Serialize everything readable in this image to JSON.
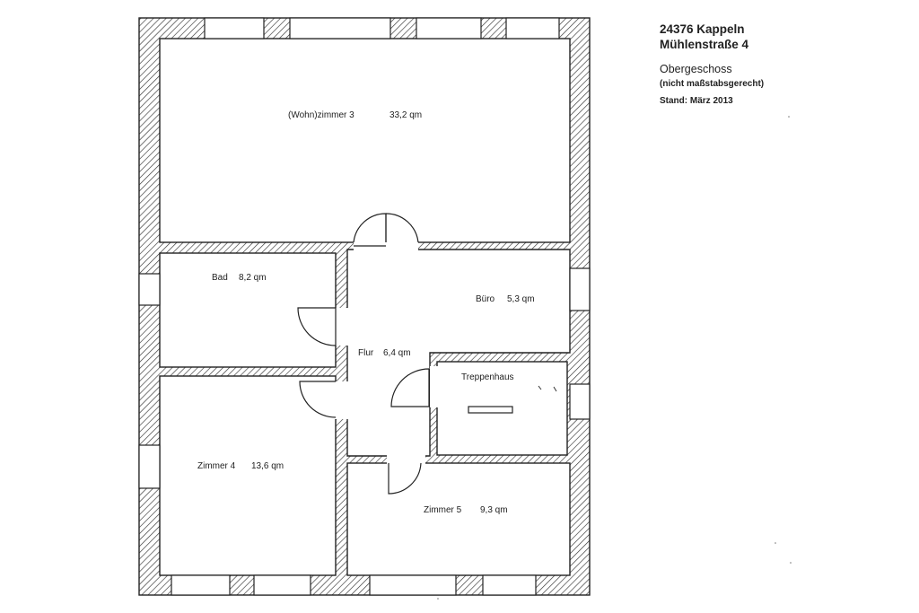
{
  "header": {
    "address_line1": "24376 Kappeln",
    "address_line2": "Mühlenstraße 4",
    "floor": "Obergeschoss",
    "scale_note": "(nicht maßstabsgerecht)",
    "date": "Stand: März 2013"
  },
  "rooms": {
    "wohnzimmer": {
      "name": "(Wohn)zimmer 3",
      "area": "33,2 qm"
    },
    "bad": {
      "name": "Bad",
      "area": "8,2 qm"
    },
    "buero": {
      "name": "Büro",
      "area": "5,3 qm"
    },
    "flur": {
      "name": "Flur",
      "area": "6,4 qm"
    },
    "treppenhaus": {
      "name": "Treppenhaus"
    },
    "zimmer4": {
      "name": "Zimmer 4",
      "area": "13,6 qm"
    },
    "zimmer5": {
      "name": "Zimmer 5",
      "area": "9,3 qm"
    }
  }
}
